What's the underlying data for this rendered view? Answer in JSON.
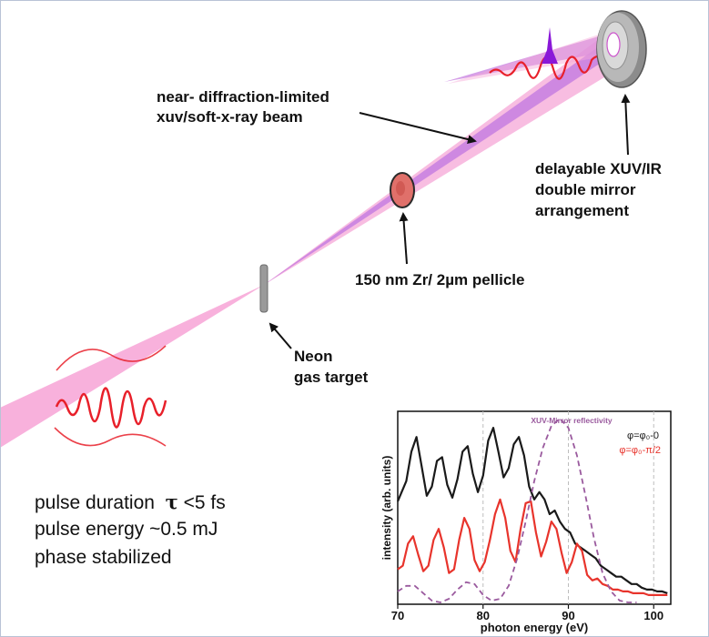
{
  "labels": {
    "beam_line1": "near- diffraction-limited",
    "beam_line2": "xuv/soft-x-ray beam",
    "mirror_line1": "delayable XUV/IR",
    "mirror_line2": "double mirror",
    "mirror_line3": "arrangement",
    "pellicle": "150 nm Zr/ 2µm pellicle",
    "target_line1": "Neon",
    "target_line2": "gas target"
  },
  "specs": {
    "duration_prefix": "pulse duration",
    "duration_symbol": "τ",
    "duration_value": "<5 fs",
    "energy": "pulse energy ~0.5 mJ",
    "phase": "phase stabilized"
  },
  "colors": {
    "ir_beam": "#f7a8d8",
    "xuv_beam": "#c77fe0",
    "ir_wave": "#e8202a",
    "xuv_pulse": "#8a18d8",
    "mirror": "#a9a9a9",
    "pellicle": "#e0706a"
  },
  "chart_data": {
    "type": "line",
    "title": "",
    "xlabel": "photon energy (eV)",
    "ylabel": "intensity (arb. units)",
    "xlim": [
      70,
      102
    ],
    "ylim": [
      0,
      1
    ],
    "xticks": [
      70,
      80,
      90,
      100
    ],
    "grid": "vertical dashed at 80, 90, 100",
    "annotation": "XUV-Mirror reflectivity",
    "series": [
      {
        "name": "φ=φ₀-0",
        "color": "#1a1a1a",
        "x": [
          70,
          71,
          71.6,
          72.2,
          72.8,
          73.4,
          74,
          74.6,
          75.2,
          75.8,
          76.4,
          77,
          77.6,
          78.2,
          78.8,
          79.4,
          80,
          80.6,
          81.2,
          81.8,
          82.4,
          83,
          83.6,
          84.2,
          84.8,
          85.4,
          86,
          86.6,
          87.2,
          87.8,
          88.4,
          89,
          89.6,
          90.2,
          90.8,
          91.4,
          92,
          92.6,
          93.2,
          93.8,
          94.4,
          95,
          95.6,
          96.2,
          96.8,
          97.4,
          98,
          98.6,
          99.2,
          99.8,
          100.4,
          101,
          101.6
        ],
        "y": [
          0.55,
          0.66,
          0.82,
          0.9,
          0.74,
          0.58,
          0.63,
          0.77,
          0.79,
          0.64,
          0.57,
          0.67,
          0.82,
          0.85,
          0.7,
          0.6,
          0.69,
          0.88,
          0.95,
          0.82,
          0.68,
          0.73,
          0.86,
          0.9,
          0.8,
          0.63,
          0.56,
          0.6,
          0.56,
          0.48,
          0.5,
          0.44,
          0.4,
          0.38,
          0.32,
          0.3,
          0.28,
          0.26,
          0.24,
          0.2,
          0.18,
          0.16,
          0.14,
          0.14,
          0.12,
          0.1,
          0.1,
          0.08,
          0.07,
          0.07,
          0.06,
          0.06,
          0.05
        ]
      },
      {
        "name": "φ=φ₀-π/2",
        "color": "#e8342c",
        "x": [
          70,
          70.6,
          71.2,
          71.8,
          72.4,
          73,
          73.6,
          74.2,
          74.8,
          75.4,
          76,
          76.6,
          77.2,
          77.8,
          78.4,
          79,
          79.6,
          80.2,
          80.8,
          81.4,
          82,
          82.6,
          83.2,
          83.8,
          84.4,
          85,
          85.6,
          86.2,
          86.8,
          87.4,
          88,
          88.6,
          89.2,
          89.8,
          90.4,
          91,
          91.6,
          92.2,
          92.8,
          93.4,
          94,
          94.6,
          95.2,
          95.8,
          96.4,
          97,
          97.6,
          98.2,
          98.8,
          99.4,
          100,
          100.6,
          101.2,
          101.6
        ],
        "y": [
          0.18,
          0.2,
          0.32,
          0.36,
          0.26,
          0.17,
          0.2,
          0.34,
          0.4,
          0.3,
          0.16,
          0.18,
          0.34,
          0.46,
          0.4,
          0.23,
          0.17,
          0.22,
          0.34,
          0.48,
          0.56,
          0.46,
          0.28,
          0.22,
          0.4,
          0.54,
          0.55,
          0.38,
          0.25,
          0.33,
          0.44,
          0.4,
          0.27,
          0.16,
          0.22,
          0.32,
          0.28,
          0.15,
          0.12,
          0.13,
          0.1,
          0.09,
          0.07,
          0.07,
          0.06,
          0.06,
          0.05,
          0.05,
          0.05,
          0.04,
          0.04,
          0.04,
          0.04,
          0.04
        ]
      },
      {
        "name": "XUV-Mirror reflectivity",
        "color": "#9a5a9e",
        "dashed": true,
        "x": [
          70,
          71,
          72,
          73,
          74,
          75,
          76,
          77,
          78,
          79,
          80,
          81,
          82,
          83,
          84,
          85,
          86,
          87,
          88,
          89,
          90,
          91,
          92,
          93,
          94,
          95,
          96,
          97,
          98
        ],
        "y": [
          0.06,
          0.09,
          0.09,
          0.05,
          0.01,
          0.0,
          0.02,
          0.07,
          0.11,
          0.1,
          0.04,
          0.01,
          0.02,
          0.09,
          0.24,
          0.44,
          0.66,
          0.84,
          0.96,
          1.0,
          0.95,
          0.8,
          0.58,
          0.35,
          0.16,
          0.06,
          0.01,
          0.0,
          0.0
        ]
      }
    ]
  }
}
